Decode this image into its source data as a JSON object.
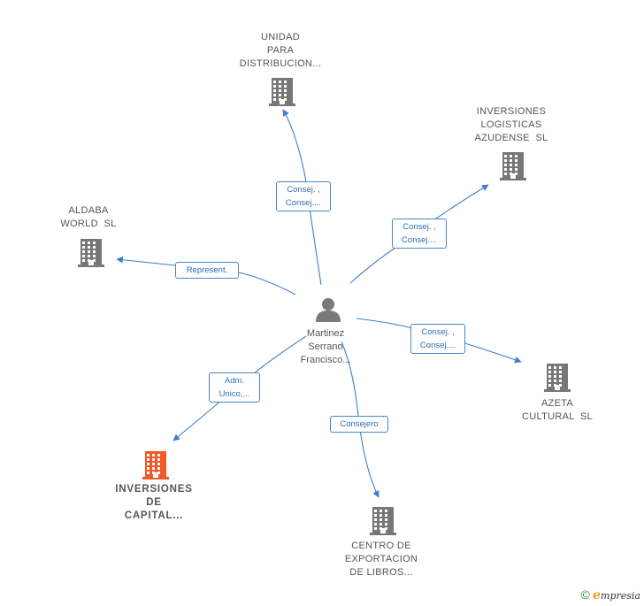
{
  "colors": {
    "edge": "#3d7fcc",
    "company_icon": "#777777",
    "focus_icon": "#f05a28",
    "person_icon": "#7a7a7a"
  },
  "person": {
    "icon": "person-icon",
    "lines": [
      "Martinez",
      "Serrano",
      "Francisco..."
    ]
  },
  "companies": [
    {
      "id": "unidad",
      "lines": [
        "UNIDAD",
        "PARA",
        "DISTRIBUCION..."
      ],
      "icon": "building-icon",
      "focus": false
    },
    {
      "id": "inversiones-logisticas",
      "lines": [
        "INVERSIONES",
        "LOGISTICAS",
        "AZUDENSE  SL"
      ],
      "icon": "building-icon",
      "focus": false
    },
    {
      "id": "aldaba",
      "lines": [
        "ALDABA",
        "WORLD  SL"
      ],
      "icon": "building-icon",
      "focus": false
    },
    {
      "id": "azeta",
      "lines": [
        "AZETA",
        "CULTURAL  SL"
      ],
      "icon": "building-icon",
      "focus": false
    },
    {
      "id": "inversiones-capital",
      "lines": [
        "INVERSIONES",
        "DE",
        "CAPITAL..."
      ],
      "icon": "building-icon",
      "focus": true
    },
    {
      "id": "centro",
      "lines": [
        "CENTRO DE",
        "EXPORTACION",
        "DE LIBROS..."
      ],
      "icon": "building-icon",
      "focus": false
    }
  ],
  "edges": [
    {
      "to": "unidad",
      "lines": [
        "Consej. ,",
        "Consej...."
      ]
    },
    {
      "to": "inversiones-logisticas",
      "lines": [
        "Consej. ,",
        "Consej...."
      ]
    },
    {
      "to": "aldaba",
      "lines": [
        "Represent."
      ]
    },
    {
      "to": "azeta",
      "lines": [
        "Consej. ,",
        "Consej...."
      ]
    },
    {
      "to": "inversiones-capital",
      "lines": [
        "Adm.",
        "Unico,..."
      ]
    },
    {
      "to": "centro",
      "lines": [
        "Consejero"
      ]
    }
  ],
  "footer": {
    "copyright": "©",
    "brand_initial": "e",
    "brand_rest": "mpresia"
  }
}
